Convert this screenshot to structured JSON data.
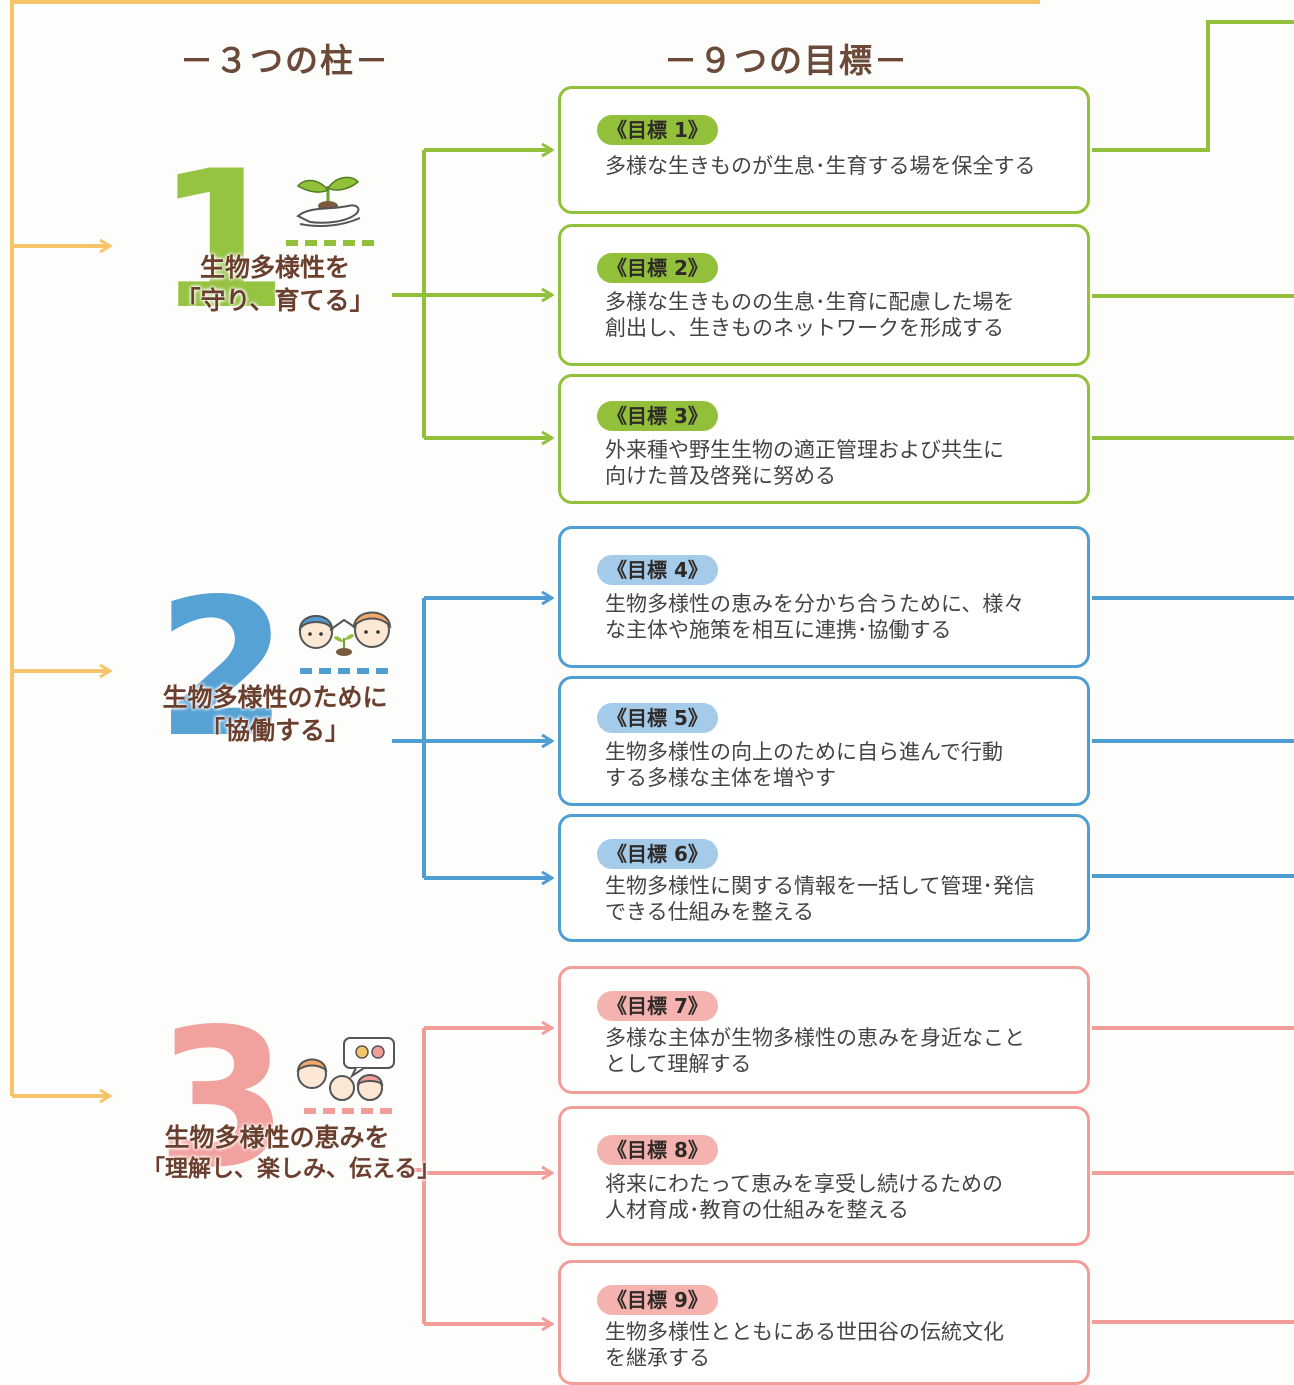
{
  "headings": {
    "pillars": "－３つの柱－",
    "goals": "－９つの目標－"
  },
  "colors": {
    "yellow": "#f6c46b",
    "green": "#92c03a",
    "blue": "#4f9ed3",
    "pink": "#f19e9b",
    "brown": "#6b3f2e"
  },
  "pillars": [
    {
      "number": "1",
      "title_line1": "生物多様性を",
      "title_line2": "「守り、育てる」",
      "icon": "seedling-hand-icon"
    },
    {
      "number": "2",
      "title_line1": "生物多様性のために",
      "title_line2": "「協働する」",
      "icon": "people-collaboration-icon"
    },
    {
      "number": "3",
      "title_line1": "生物多様性の恵みを",
      "title_line2": "「理解し、楽しみ、伝える」",
      "icon": "family-speech-bubble-icon"
    }
  ],
  "goals": [
    {
      "label": "《目標 1》",
      "text": "多様な生きものが生息･生育する場を保全する"
    },
    {
      "label": "《目標 2》",
      "text": "多様な生きものの生息･生育に配慮した場を\n創出し、生きものネットワークを形成する"
    },
    {
      "label": "《目標 3》",
      "text": "外来種や野生生物の適正管理および共生に\n向けた普及啓発に努める"
    },
    {
      "label": "《目標 4》",
      "text": "生物多様性の恵みを分かち合うために、様々\nな主体や施策を相互に連携･協働する"
    },
    {
      "label": "《目標 5》",
      "text": "生物多様性の向上のために自ら進んで行動\nする多様な主体を増やす"
    },
    {
      "label": "《目標 6》",
      "text": "生物多様性に関する情報を一括して管理･発信\nできる仕組みを整える"
    },
    {
      "label": "《目標 7》",
      "text": "多様な主体が生物多様性の恵みを身近なこと\nとして理解する"
    },
    {
      "label": "《目標 8》",
      "text": "将来にわたって恵みを享受し続けるための\n人材育成･教育の仕組みを整える"
    },
    {
      "label": "《目標 9》",
      "text": "生物多様性とともにある世田谷の伝統文化\nを継承する"
    }
  ]
}
